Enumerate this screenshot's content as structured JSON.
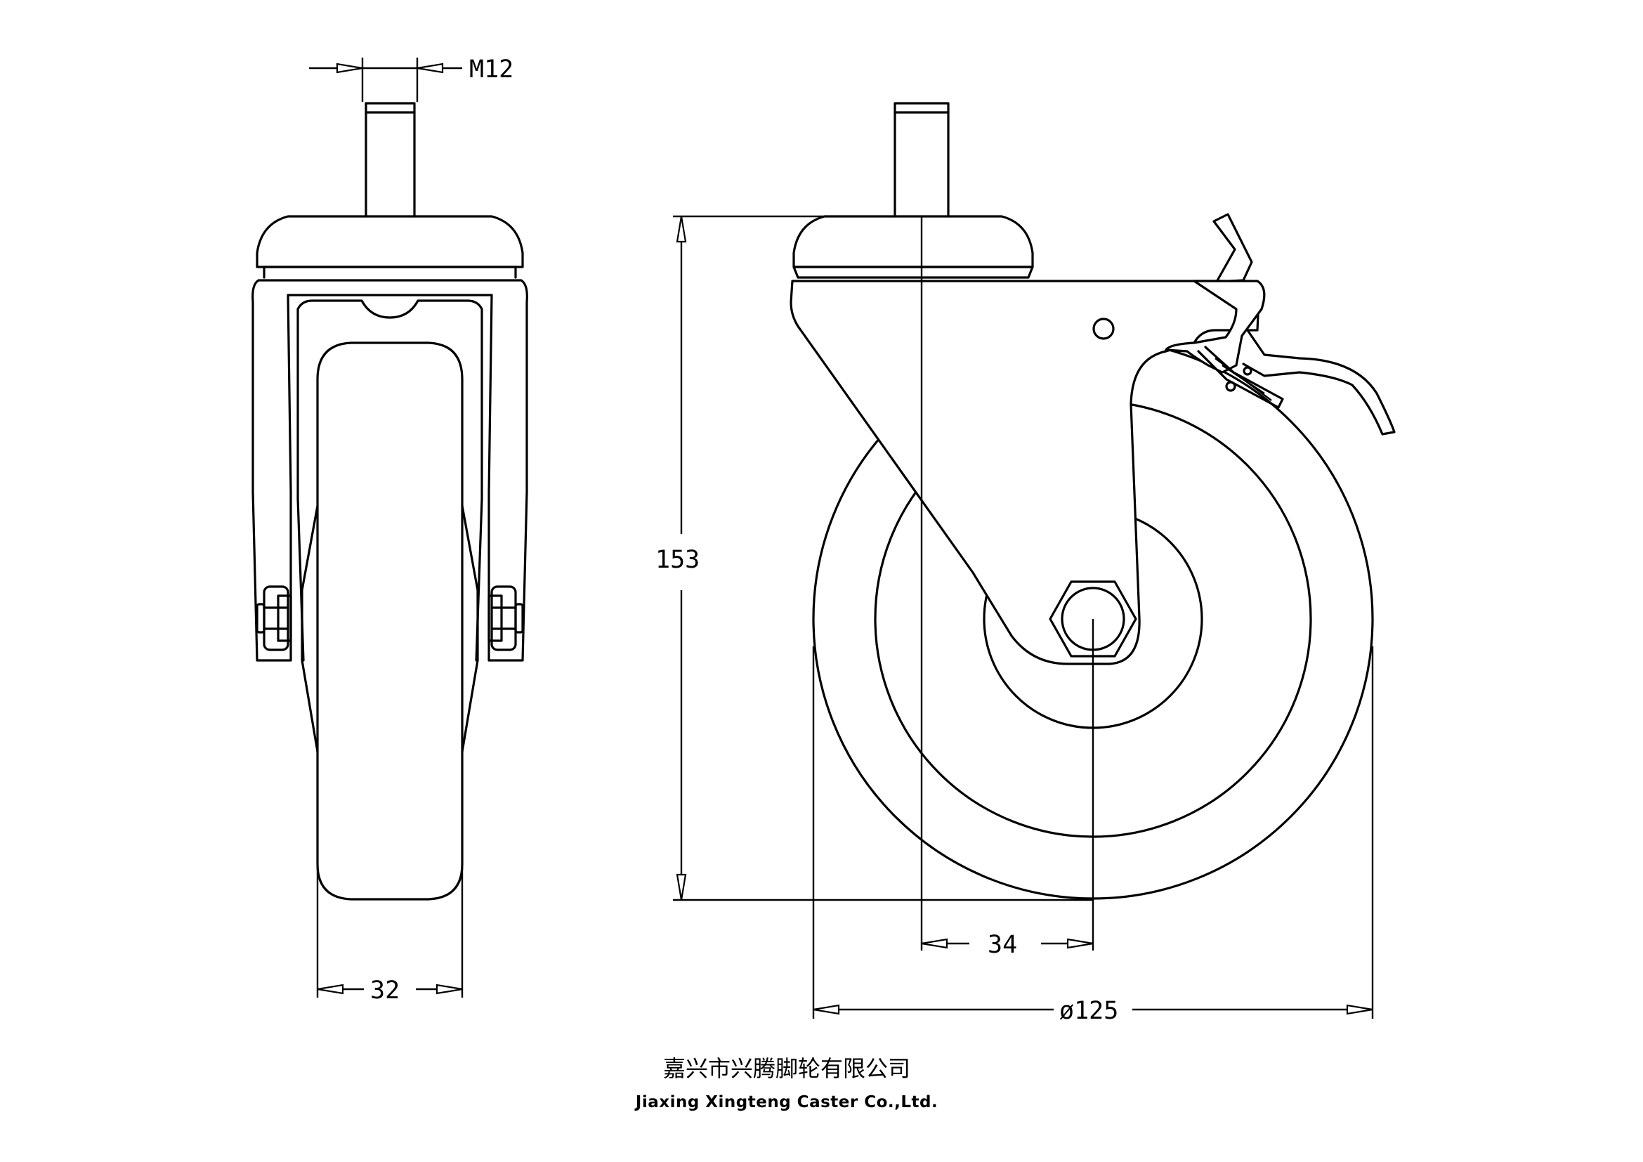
{
  "dimensions": {
    "thread": "M12",
    "height": "153",
    "offset": "34",
    "wheel_width": "32",
    "wheel_diameter": "ø125"
  },
  "company": {
    "name_cn": "嘉兴市兴腾脚轮有限公司",
    "name_en": "Jiaxing Xingteng Caster Co.,Ltd."
  }
}
